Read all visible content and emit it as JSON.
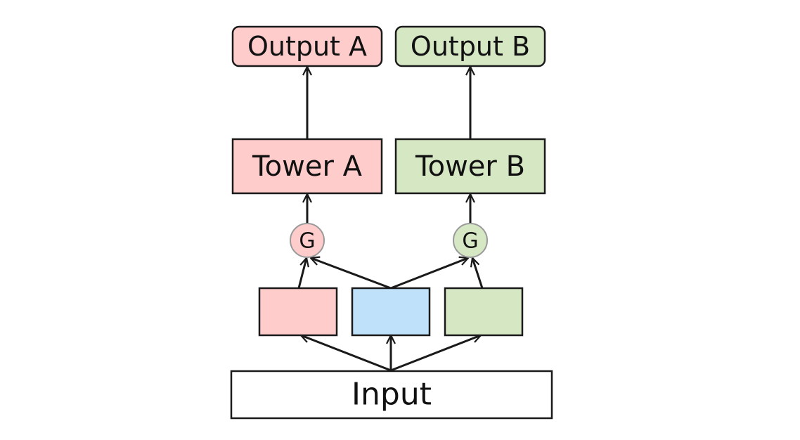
{
  "colors": {
    "task_a": "#ffcccc",
    "task_b": "#d6e7c4",
    "expert_shared": "#bfe1fa",
    "input": "#ffffff",
    "stroke": "#1a1a1a"
  },
  "outputs": {
    "a_label": "Output A",
    "b_label": "Output B"
  },
  "towers": {
    "a_label": "Tower A",
    "b_label": "Tower B"
  },
  "gates": {
    "a_label": "G",
    "b_label": "G"
  },
  "experts": [
    {
      "label": "",
      "color": "#ffcccc"
    },
    {
      "label": "",
      "color": "#bfe1fa"
    },
    {
      "label": "",
      "color": "#d6e7c4"
    }
  ],
  "input": {
    "label": "Input"
  }
}
